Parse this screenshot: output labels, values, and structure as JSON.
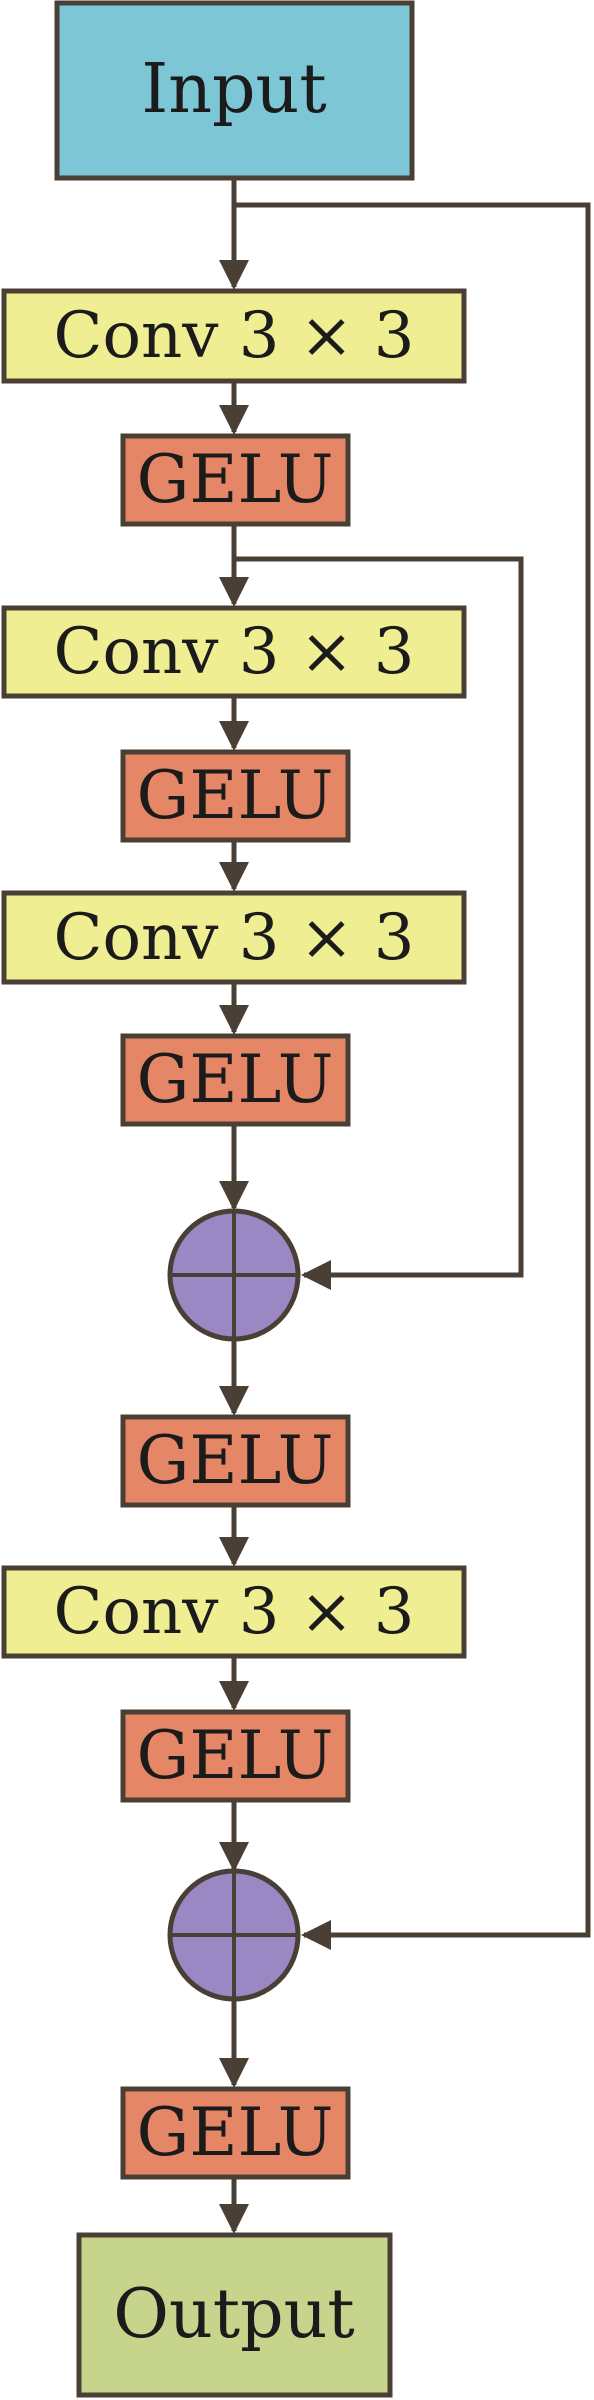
{
  "input": {
    "label": "Input"
  },
  "output": {
    "label": "Output"
  },
  "conv_blocks": [
    {
      "label": "Conv 3 × 3"
    },
    {
      "label": "Conv 3 × 3"
    },
    {
      "label": "Conv 3 × 3"
    },
    {
      "label": "Conv 3 × 3"
    }
  ],
  "gelu_blocks": [
    {
      "label": "GELU"
    },
    {
      "label": "GELU"
    },
    {
      "label": "GELU"
    },
    {
      "label": "GELU"
    },
    {
      "label": "GELU"
    },
    {
      "label": "GELU"
    }
  ],
  "add_nodes": [
    {
      "symbol": "add-icon"
    },
    {
      "symbol": "add-icon"
    }
  ],
  "colors": {
    "input_fill": "#7cc6d6",
    "conv_fill": "#f0ee92",
    "gelu_fill": "#e58666",
    "add_fill": "#9a88c4",
    "output_fill": "#c6d48c",
    "stroke": "#4a3f35"
  }
}
